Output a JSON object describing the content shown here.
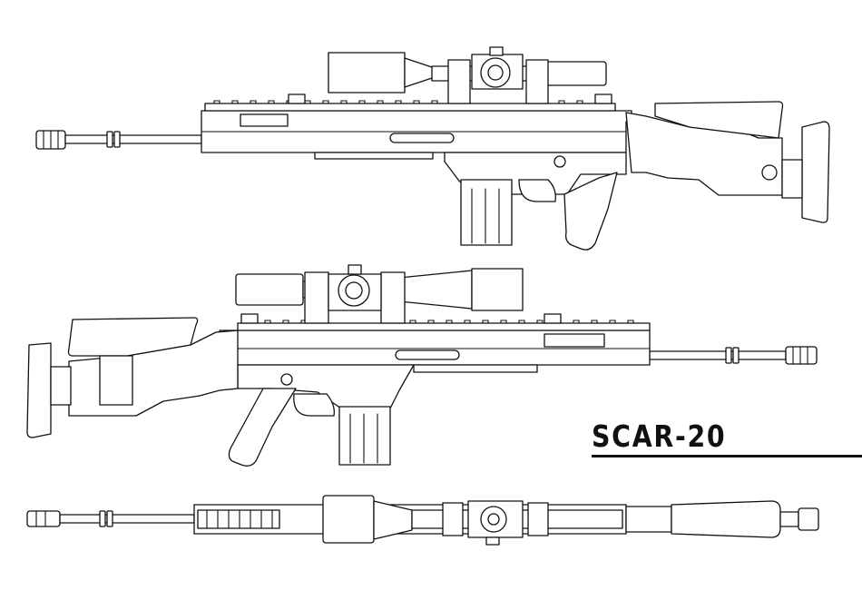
{
  "title": "SCAR-20",
  "line_color": "#111111",
  "background_color": "#ffffff",
  "views": [
    "right-side-view",
    "left-side-view",
    "top-view"
  ]
}
